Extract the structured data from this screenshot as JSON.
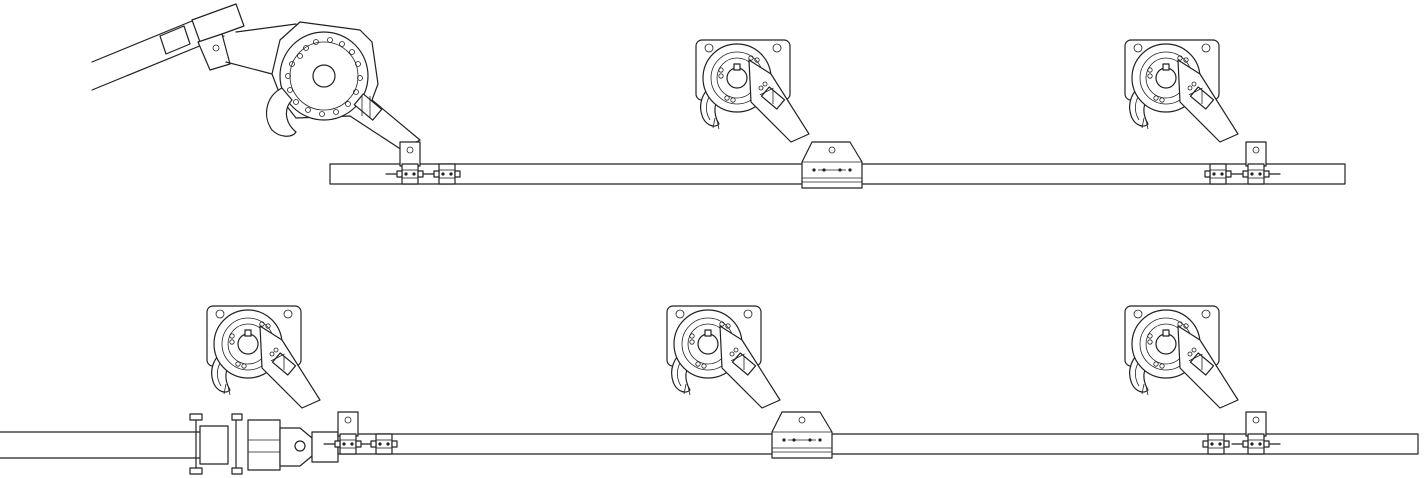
{
  "diagram": {
    "description_visible_text": [],
    "colors": {
      "stroke": "#222222",
      "background": "#ffffff"
    },
    "rows": [
      {
        "id": "upper-assembly",
        "unit_count": 3,
        "has_angled_extension": true
      },
      {
        "id": "lower-assembly",
        "unit_count": 3,
        "has_inline_coupler": true
      }
    ],
    "part_names": [
      "crank-drive-unit",
      "mounting-plate",
      "drive-shaft",
      "shaft-clamp",
      "center-bracket",
      "end-bracket",
      "coupler"
    ]
  }
}
